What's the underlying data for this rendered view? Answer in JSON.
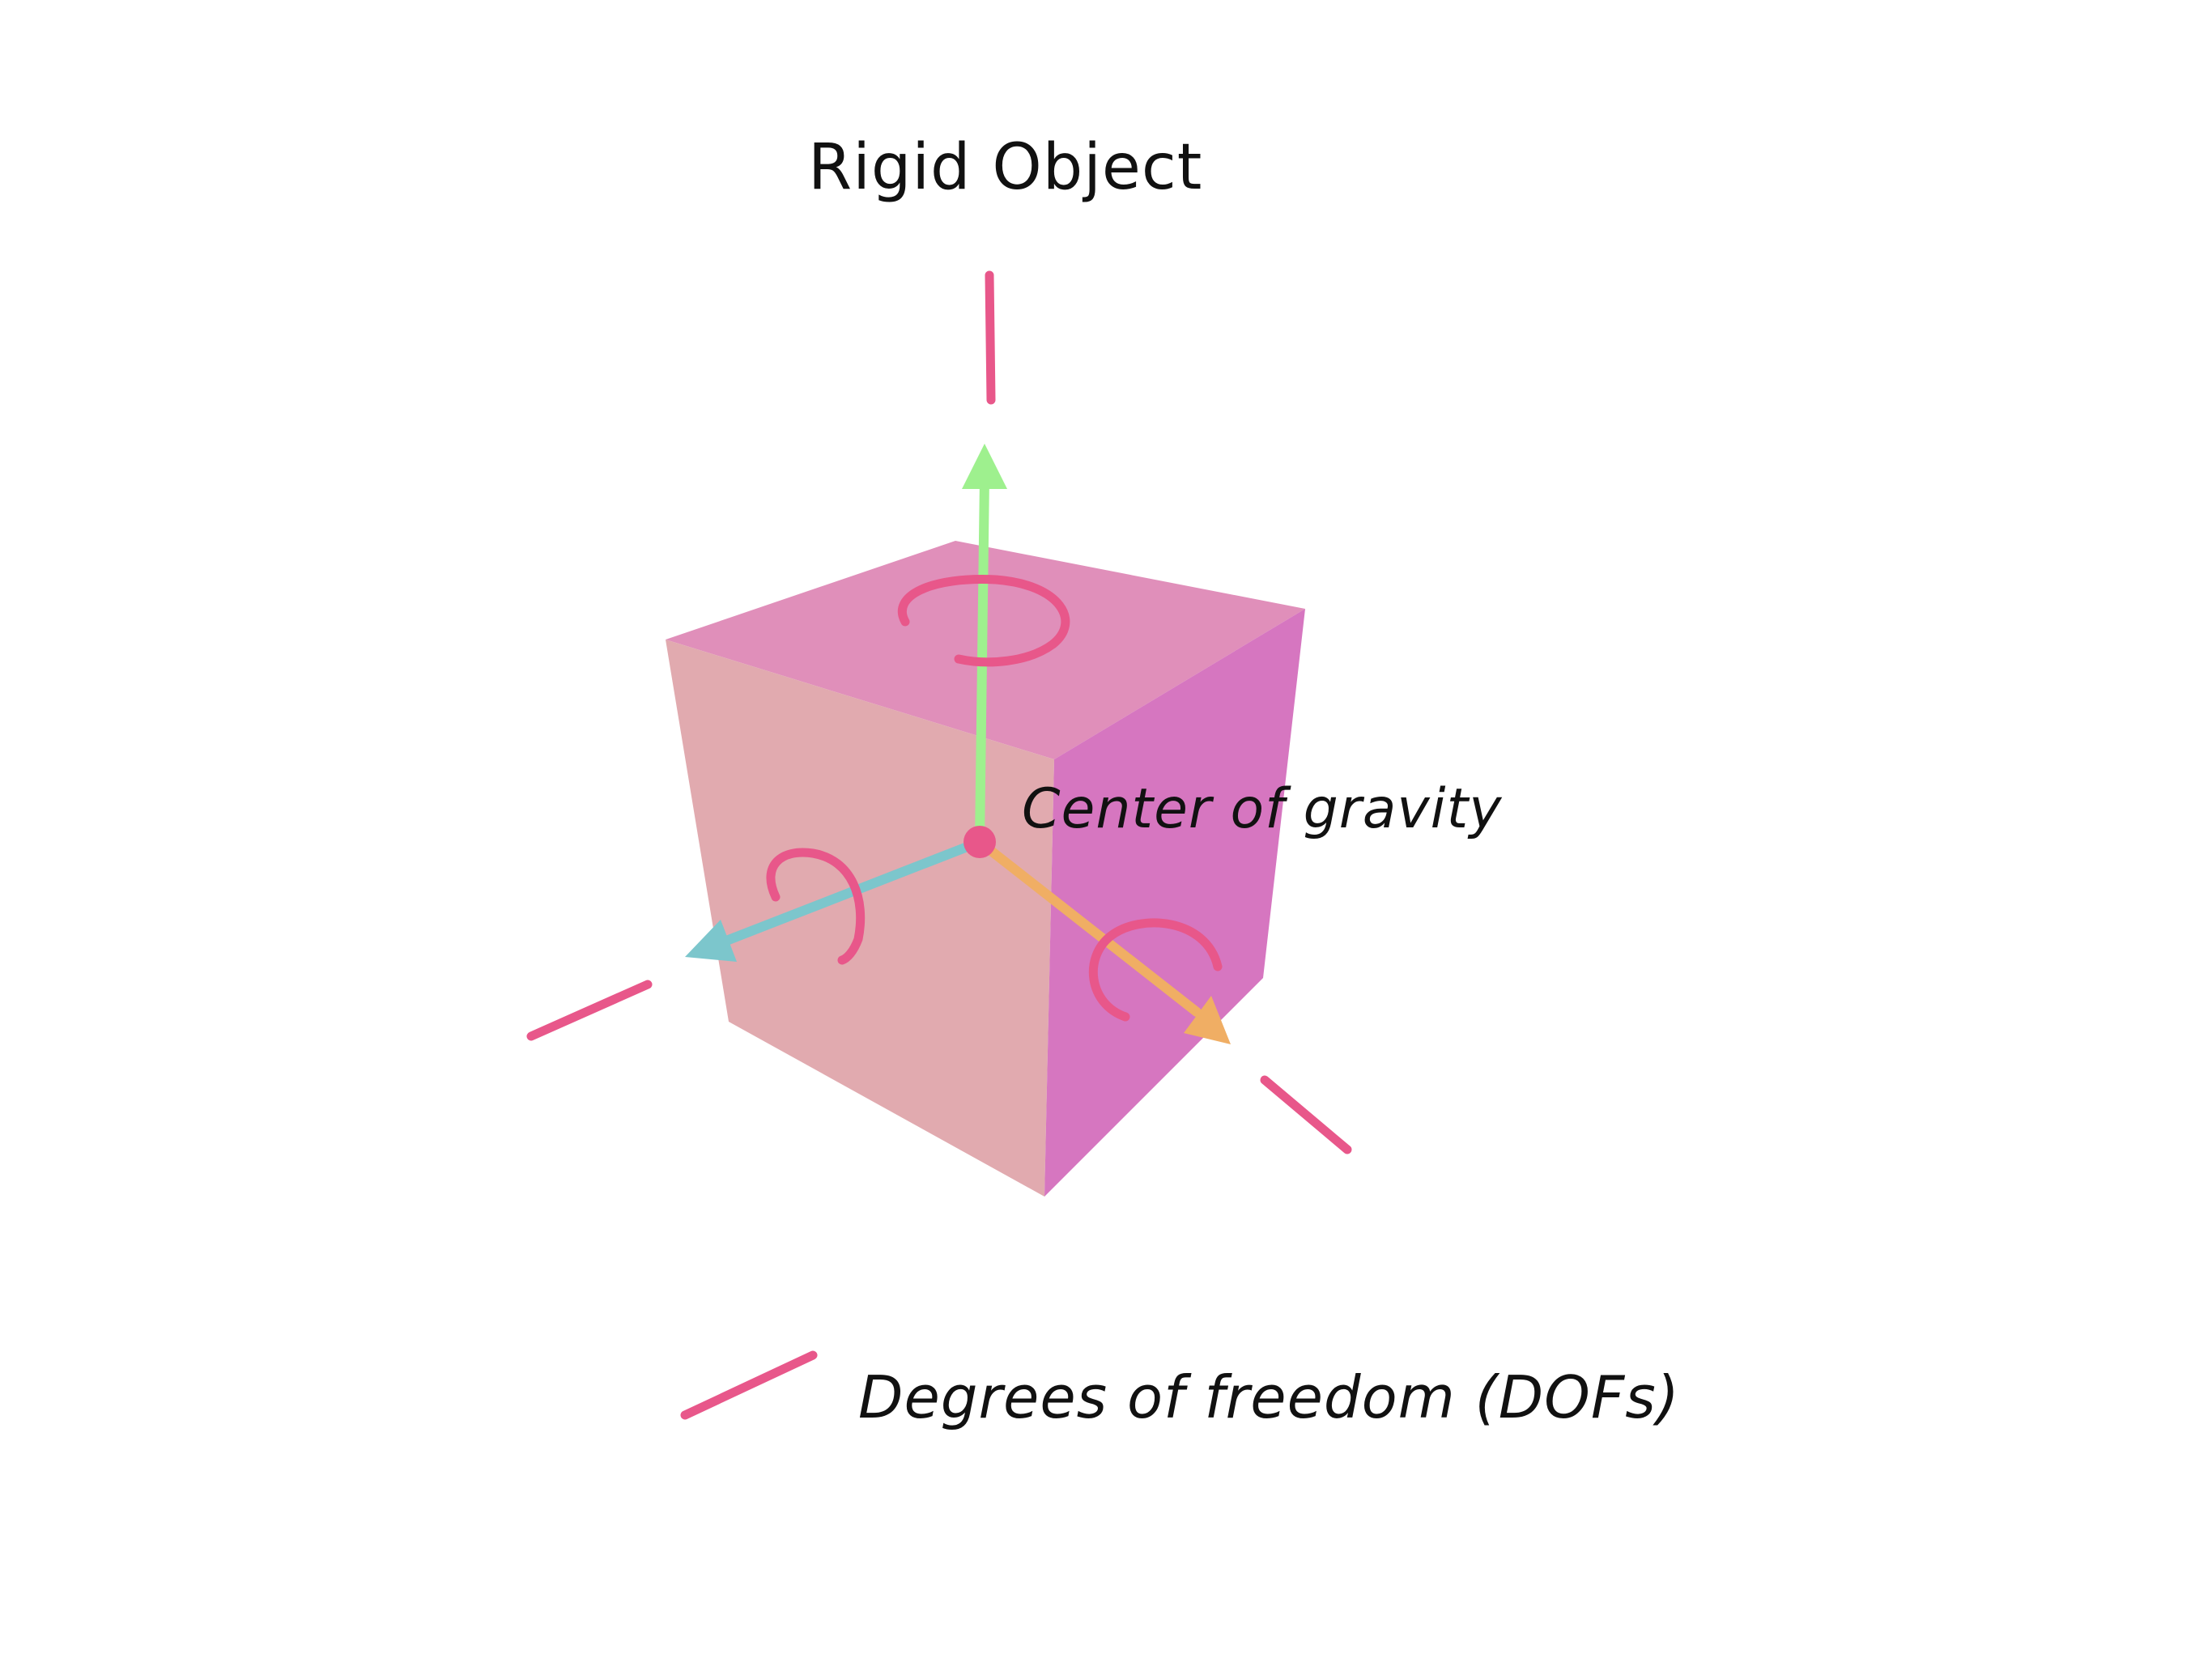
{
  "title": "Rigid Object",
  "center_label": "Center of gravity",
  "legend": {
    "label": "Degrees of freedom (DOFs)",
    "icon": "double-arrow-icon"
  },
  "colors": {
    "dof_arrow": "#E8578A",
    "y_axis": "#9EF08E",
    "x_axis": "#7CC6CC",
    "z_axis": "#F0AE64",
    "cube_top": "#E08FBA",
    "cube_front": "#E1AAAF",
    "cube_right": "#D676C0",
    "center_point": "#E8578A"
  }
}
